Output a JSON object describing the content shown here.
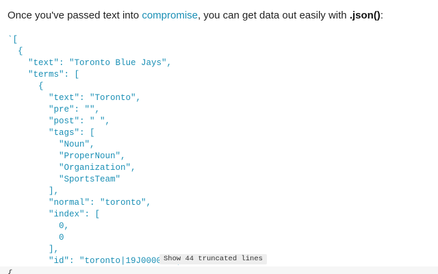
{
  "intro": {
    "prefix": "Once you've passed text into ",
    "link": "compromise",
    "middle": ", you can get data out easily with ",
    "method": ".json()",
    "suffix": ":"
  },
  "code": {
    "lines": [
      "`[",
      "  {",
      "    \"text\": \"Toronto Blue Jays\",",
      "    \"terms\": [",
      "      {",
      "        \"text\": \"Toronto\",",
      "        \"pre\": \"\",",
      "        \"post\": \" \",",
      "        \"tags\": [",
      "          \"Noun\",",
      "          \"ProperNoun\",",
      "          \"Organization\",",
      "          \"SportsTeam\"",
      "        ],",
      "        \"normal\": \"toronto\",",
      "        \"index\": [",
      "          0,",
      "          0",
      "        ],",
      "        \"id\": \"toronto|19J00000F\","
    ],
    "truncate_label": "Show 44 truncated lines"
  },
  "next_block": {
    "first_line": "{"
  },
  "colors": {
    "link": "#1a8fb5",
    "code_text": "#1a8fb5",
    "button_bg": "#eeeeee",
    "next_block_bg": "#f6f6f6"
  }
}
